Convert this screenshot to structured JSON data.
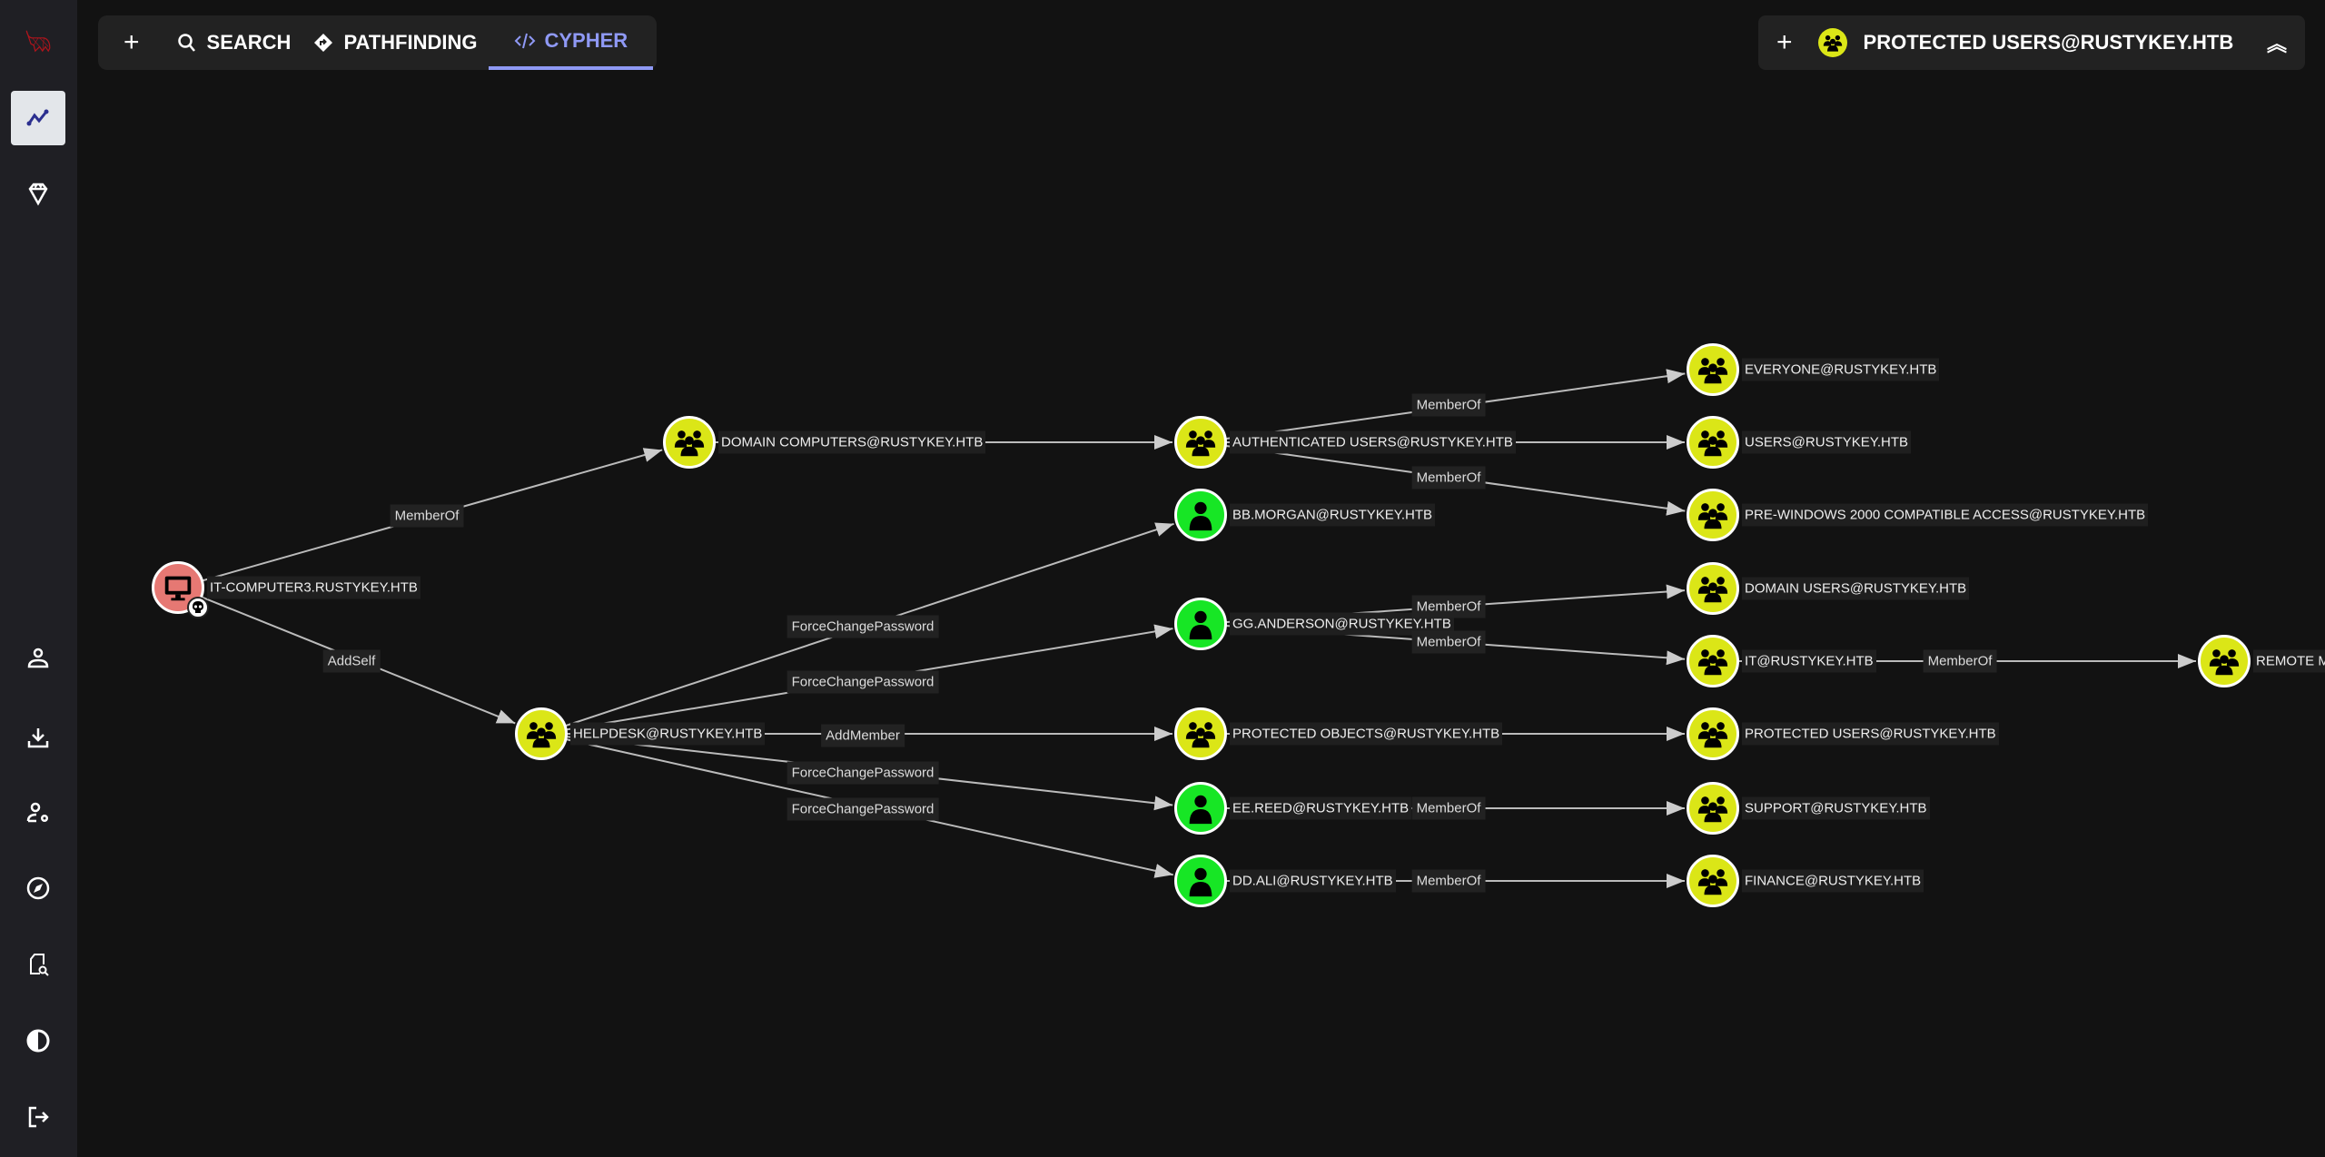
{
  "tabs": {
    "add": "+",
    "search": "SEARCH",
    "pathfinding": "PATHFINDING",
    "cypher": "CYPHER"
  },
  "panel": {
    "add": "+",
    "title": "PROTECTED USERS@RUSTYKEY.HTB"
  },
  "colors": {
    "group": "#dbe617",
    "user": "#17e625",
    "computer": "#e67873",
    "accent": "#8f99f5"
  },
  "sidebar": [
    "explore",
    "zones",
    "profile",
    "download-collectors",
    "administration",
    "api-explorer",
    "documentation",
    "dark-mode",
    "logout"
  ],
  "nodes": [
    {
      "id": "it3",
      "label": "IT-COMPUTER3.RUSTYKEY.HTB",
      "type": "computer",
      "owned": true
    },
    {
      "id": "dc",
      "label": "DOMAIN COMPUTERS@RUSTYKEY.HTB",
      "type": "group"
    },
    {
      "id": "hd",
      "label": "HELPDESK@RUSTYKEY.HTB",
      "type": "group"
    },
    {
      "id": "au",
      "label": "AUTHENTICATED USERS@RUSTYKEY.HTB",
      "type": "group"
    },
    {
      "id": "bb",
      "label": "BB.MORGAN@RUSTYKEY.HTB",
      "type": "user"
    },
    {
      "id": "gg",
      "label": "GG.ANDERSON@RUSTYKEY.HTB",
      "type": "user"
    },
    {
      "id": "po",
      "label": "PROTECTED OBJECTS@RUSTYKEY.HTB",
      "type": "group"
    },
    {
      "id": "ee",
      "label": "EE.REED@RUSTYKEY.HTB",
      "type": "user"
    },
    {
      "id": "dd",
      "label": "DD.ALI@RUSTYKEY.HTB",
      "type": "user"
    },
    {
      "id": "ev",
      "label": "EVERYONE@RUSTYKEY.HTB",
      "type": "group"
    },
    {
      "id": "us",
      "label": "USERS@RUSTYKEY.HTB",
      "type": "group"
    },
    {
      "id": "pw",
      "label": "PRE-WINDOWS 2000 COMPATIBLE ACCESS@RUSTYKEY.HTB",
      "type": "group"
    },
    {
      "id": "du",
      "label": "DOMAIN USERS@RUSTYKEY.HTB",
      "type": "group"
    },
    {
      "id": "it",
      "label": "IT@RUSTYKEY.HTB",
      "type": "group"
    },
    {
      "id": "pu",
      "label": "PROTECTED USERS@RUSTYKEY.HTB",
      "type": "group"
    },
    {
      "id": "su",
      "label": "SUPPORT@RUSTYKEY.HTB",
      "type": "group"
    },
    {
      "id": "fi",
      "label": "FINANCE@RUSTYKEY.HTB",
      "type": "group"
    },
    {
      "id": "rm",
      "label": "REMOTE M",
      "type": "group"
    }
  ],
  "edges": [
    {
      "from": "it3",
      "to": "dc",
      "label": "MemberOf"
    },
    {
      "from": "it3",
      "to": "hd",
      "label": "AddSelf"
    },
    {
      "from": "dc",
      "to": "au",
      "label": ""
    },
    {
      "from": "hd",
      "to": "bb",
      "label": "ForceChangePassword"
    },
    {
      "from": "hd",
      "to": "gg",
      "label": "ForceChangePassword"
    },
    {
      "from": "hd",
      "to": "po",
      "label": "AddMember"
    },
    {
      "from": "hd",
      "to": "ee",
      "label": "ForceChangePassword"
    },
    {
      "from": "hd",
      "to": "dd",
      "label": "ForceChangePassword"
    },
    {
      "from": "au",
      "to": "ev",
      "label": "MemberOf"
    },
    {
      "from": "au",
      "to": "us",
      "label": ""
    },
    {
      "from": "au",
      "to": "pw",
      "label": "MemberOf"
    },
    {
      "from": "gg",
      "to": "du",
      "label": "MemberOf"
    },
    {
      "from": "gg",
      "to": "it",
      "label": "MemberOf"
    },
    {
      "from": "it",
      "to": "rm",
      "label": "MemberOf"
    },
    {
      "from": "po",
      "to": "pu",
      "label": ""
    },
    {
      "from": "ee",
      "to": "su",
      "label": "MemberOf"
    },
    {
      "from": "dd",
      "to": "fi",
      "label": "MemberOf"
    }
  ]
}
